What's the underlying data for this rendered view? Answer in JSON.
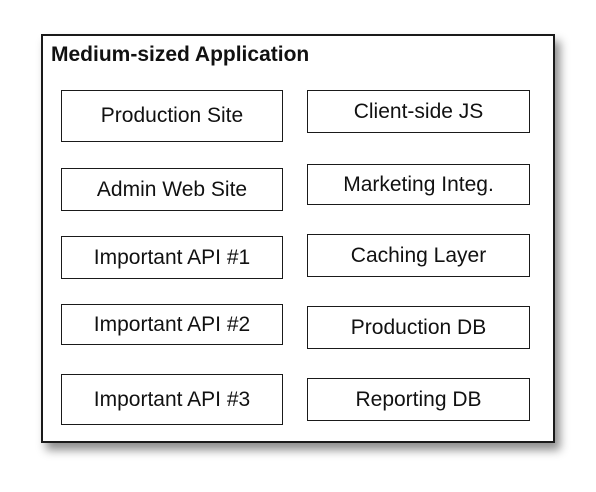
{
  "frame": {
    "title": "Medium-sized Application"
  },
  "left_column": [
    {
      "label": "Production Site"
    },
    {
      "label": "Admin Web Site"
    },
    {
      "label": "Important API #1"
    },
    {
      "label": "Important API #2"
    },
    {
      "label": "Important API #3"
    }
  ],
  "right_column": [
    {
      "label": "Client-side JS"
    },
    {
      "label": "Marketing Integ."
    },
    {
      "label": "Caching Layer"
    },
    {
      "label": "Production DB"
    },
    {
      "label": "Reporting DB"
    }
  ]
}
